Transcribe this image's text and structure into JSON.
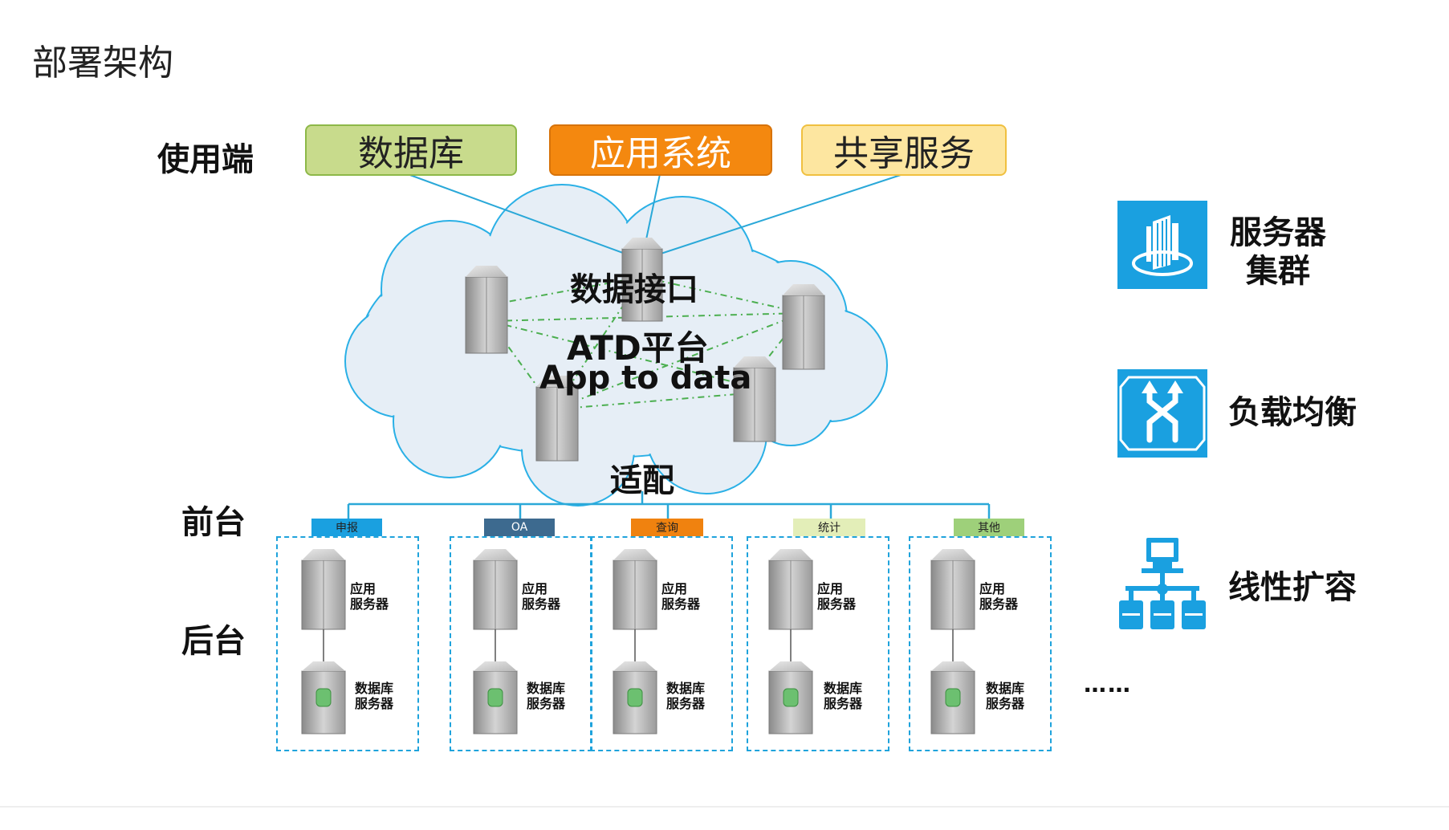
{
  "page_title": "部署架构",
  "side_labels": {
    "client": "使用端",
    "front": "前台",
    "back": "后台"
  },
  "top_boxes": [
    {
      "label": "数据库",
      "bg": "#c8db8c",
      "border": "#8db848",
      "color": "#222222"
    },
    {
      "label": "应用系统",
      "bg": "#f4880f",
      "border": "#d7730a",
      "color": "#ffffff"
    },
    {
      "label": "共享服务",
      "bg": "#fde6a0",
      "border": "#f0c040",
      "color": "#222222"
    }
  ],
  "cloud": {
    "interface": "数据接口",
    "platform": "ATD平台",
    "subtitle": "App to data",
    "adapter": "适配"
  },
  "services": [
    {
      "tag": "申报",
      "tag_bg": "#1aa0e0",
      "app_label": [
        "应用",
        "服务器"
      ],
      "db_label": [
        "数据库",
        "服务器"
      ]
    },
    {
      "tag": "OA",
      "tag_bg": "#3d6a8f",
      "app_label": [
        "应用",
        "服务器"
      ],
      "db_label": [
        "数据库",
        "服务器"
      ]
    },
    {
      "tag": "查询",
      "tag_bg": "#f0820f",
      "app_label": [
        "应用",
        "服务器"
      ],
      "db_label": [
        "数据库",
        "服务器"
      ]
    },
    {
      "tag": "统计",
      "tag_bg": "#e3eeb8",
      "app_label": [
        "应用",
        "服务器"
      ],
      "db_label": [
        "数据库",
        "服务器"
      ]
    },
    {
      "tag": "其他",
      "tag_bg": "#9ed07a",
      "app_label": [
        "应用",
        "服务器"
      ],
      "db_label": [
        "数据库",
        "服务器"
      ]
    }
  ],
  "ellipsis": "……",
  "legend": [
    {
      "icon": "server-cluster-icon",
      "label": "服务器\n集群"
    },
    {
      "icon": "load-balance-icon",
      "label": "负载均衡"
    },
    {
      "icon": "linear-scaling-icon",
      "label": "线性扩容"
    }
  ],
  "colors": {
    "accent": "#1aa0e0",
    "cloud_fill": "#e6eef6",
    "cloud_stroke": "#2ab0e6",
    "link": "#2aa8d8",
    "mesh": "#4caf50"
  }
}
